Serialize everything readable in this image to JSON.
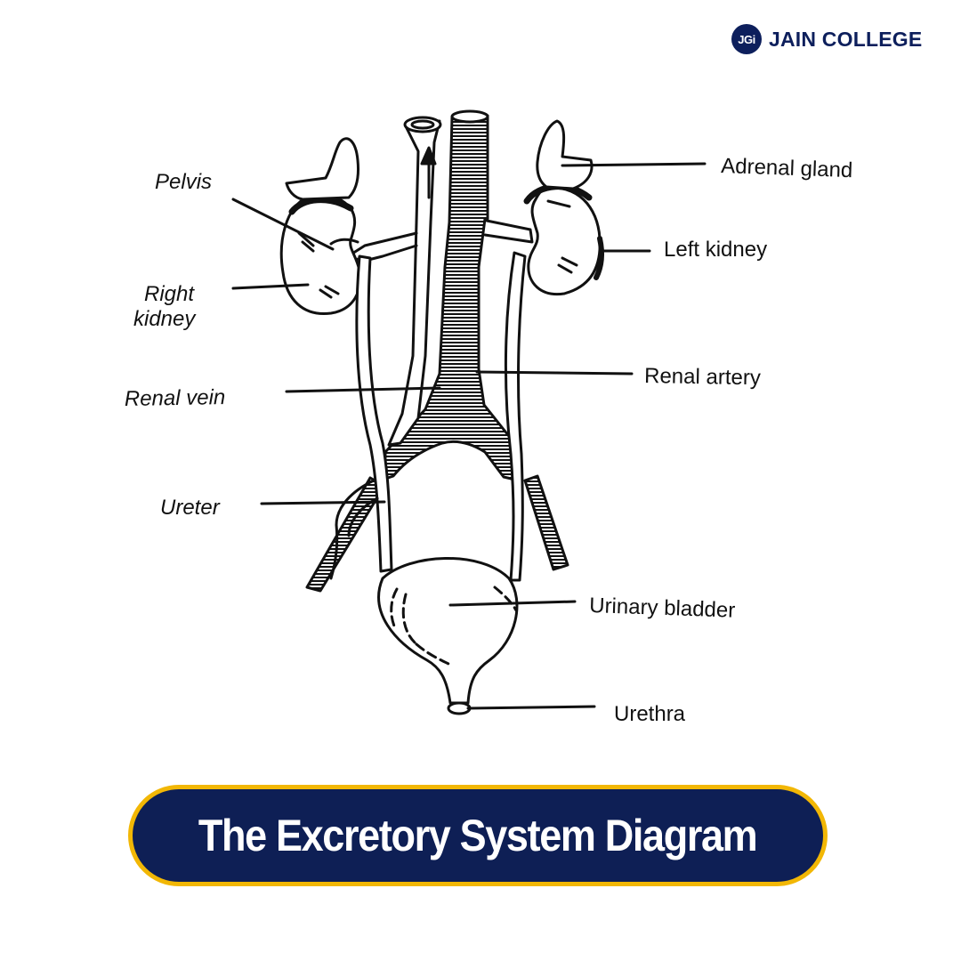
{
  "brand": {
    "logo_mark": "JGi",
    "name": "JAIN COLLEGE",
    "color": "#0d1f5c"
  },
  "diagram": {
    "labels": {
      "pelvis": "Pelvis",
      "adrenal_gland": "Adrenal gland",
      "left_kidney": "Left kidney",
      "right_kidney_line1": "Right",
      "right_kidney_line2": "kidney",
      "renal_artery": "Renal artery",
      "renal_vein": "Renal vein",
      "ureter": "Ureter",
      "urinary_bladder": "Urinary bladder",
      "urethra": "Urethra"
    }
  },
  "title": {
    "text": "The Excretory System Diagram",
    "background_color": "#0e1f55",
    "border_color": "#f2b705"
  }
}
